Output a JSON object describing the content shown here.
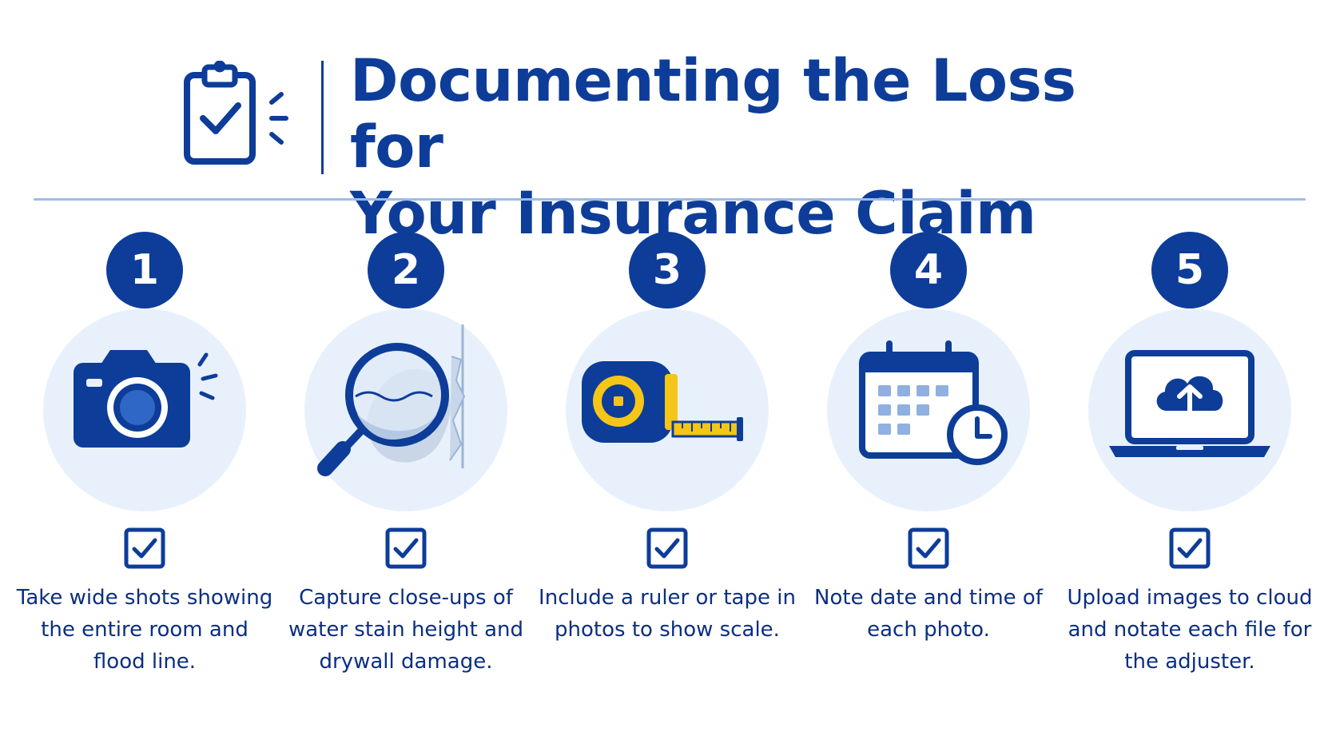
{
  "title": {
    "line1": "Documenting the Loss for",
    "line2": "Your Insurance Claim"
  },
  "header_icon": "clipboard-check-icon",
  "colors": {
    "primary": "#0d3d99",
    "disc": "#e8f1fb",
    "rule": "#9dbbe6",
    "accent": "#f5c518"
  },
  "steps": [
    {
      "number": "1",
      "icon": "camera-icon",
      "text": "Take wide shots showing the entire room and flood line."
    },
    {
      "number": "2",
      "icon": "magnifier-water-stain-icon",
      "text": "Capture close-ups of water stain height and drywall damage."
    },
    {
      "number": "3",
      "icon": "tape-measure-icon",
      "text": "Include a ruler or tape in photos to show scale."
    },
    {
      "number": "4",
      "icon": "calendar-clock-icon",
      "text": "Note date and time of each photo."
    },
    {
      "number": "5",
      "icon": "laptop-cloud-upload-icon",
      "text": "Upload images to cloud and notate each file for the adjuster."
    }
  ]
}
